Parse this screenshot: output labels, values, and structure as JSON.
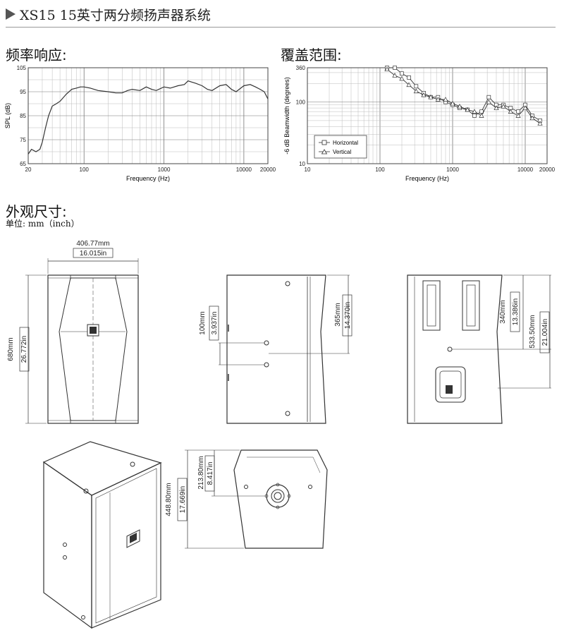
{
  "header": {
    "title": "XS15  15英寸两分频扬声器系统"
  },
  "sections": {
    "frequency_response": "频率响应:",
    "coverage": "覆盖范围:",
    "dimensions": "外观尺寸:",
    "unit_note": "单位: mm（inch）"
  },
  "chart_data": [
    {
      "type": "line",
      "title": "",
      "xlabel": "Frequency (Hz)",
      "ylabel": "SPL (dB)",
      "xscale": "log",
      "xlim": [
        20,
        20000
      ],
      "ylim": [
        65,
        105
      ],
      "x_ticks": [
        "20",
        "100",
        "1000",
        "10000",
        "20000"
      ],
      "y_ticks": [
        "65",
        "75",
        "85",
        "95",
        "105"
      ],
      "grid": true,
      "series": [
        {
          "name": "",
          "x": [
            20,
            22,
            25,
            28,
            30,
            33,
            36,
            40,
            45,
            50,
            60,
            70,
            80,
            90,
            100,
            120,
            150,
            200,
            250,
            300,
            350,
            400,
            500,
            600,
            700,
            800,
            1000,
            1200,
            1500,
            1800,
            2000,
            2500,
            3000,
            3500,
            4000,
            5000,
            6000,
            7000,
            8000,
            10000,
            12000,
            14000,
            16000,
            18000,
            20000
          ],
          "y": [
            69,
            71,
            70,
            71,
            74,
            80,
            85,
            89,
            90,
            91,
            94,
            96,
            96.5,
            97,
            97,
            96.5,
            95.5,
            95,
            94.5,
            94.5,
            95.5,
            96,
            95.5,
            97,
            96,
            95.5,
            97,
            96.5,
            97.5,
            98,
            99.5,
            98.5,
            97.5,
            96,
            95.5,
            97.5,
            98,
            96,
            95,
            97.5,
            98,
            97,
            96,
            95,
            92
          ]
        }
      ]
    },
    {
      "type": "line",
      "title": "",
      "xlabel": "Frequency (Hz)",
      "ylabel": "-6 dB Beamwidth (degrees)",
      "xscale": "log",
      "yscale": "log",
      "xlim": [
        10,
        20000
      ],
      "ylim": [
        10,
        360
      ],
      "x_ticks": [
        "10",
        "100",
        "1000",
        "10000",
        "20000"
      ],
      "y_ticks": [
        "10",
        "100",
        "360"
      ],
      "grid": true,
      "legend": "bottom-left",
      "series": [
        {
          "name": "Horizontal",
          "marker": "square",
          "x": [
            125,
            160,
            200,
            250,
            315,
            400,
            500,
            630,
            800,
            1000,
            1250,
            1600,
            2000,
            2500,
            3150,
            4000,
            5000,
            6300,
            8000,
            10000,
            12500,
            16000
          ],
          "y": [
            360,
            360,
            290,
            250,
            180,
            140,
            120,
            120,
            100,
            90,
            80,
            75,
            60,
            70,
            120,
            90,
            90,
            80,
            70,
            90,
            60,
            50
          ]
        },
        {
          "name": "Vertical",
          "marker": "triangle",
          "x": [
            125,
            160,
            200,
            250,
            315,
            400,
            500,
            630,
            800,
            1000,
            1250,
            1600,
            2000,
            2500,
            3150,
            4000,
            5000,
            6300,
            8000,
            10000,
            12500,
            16000
          ],
          "y": [
            340,
            270,
            240,
            190,
            150,
            130,
            120,
            110,
            110,
            95,
            85,
            75,
            70,
            60,
            100,
            80,
            85,
            70,
            60,
            80,
            55,
            45
          ]
        }
      ]
    }
  ],
  "dimensions": {
    "width_mm": "406.77mm",
    "width_in": "16.015in",
    "height_mm": "680mm",
    "height_in": "26.772in",
    "side_100_mm": "100mm",
    "side_100_in": "3.937in",
    "side_365_mm": "365mm",
    "side_365_in": "14.370in",
    "back_340_mm": "340mm",
    "back_340_in": "13.386in",
    "back_533_mm": "533.50mm",
    "back_533_in": "21.004in",
    "top_213_mm": "213.80mm",
    "top_213_in": "8.417in",
    "top_448_mm": "448.80mm",
    "top_448_in": "17.669in"
  },
  "colors": {
    "line": "#333333",
    "grid": "#aaaaaa",
    "title_arrow": "#555555"
  }
}
